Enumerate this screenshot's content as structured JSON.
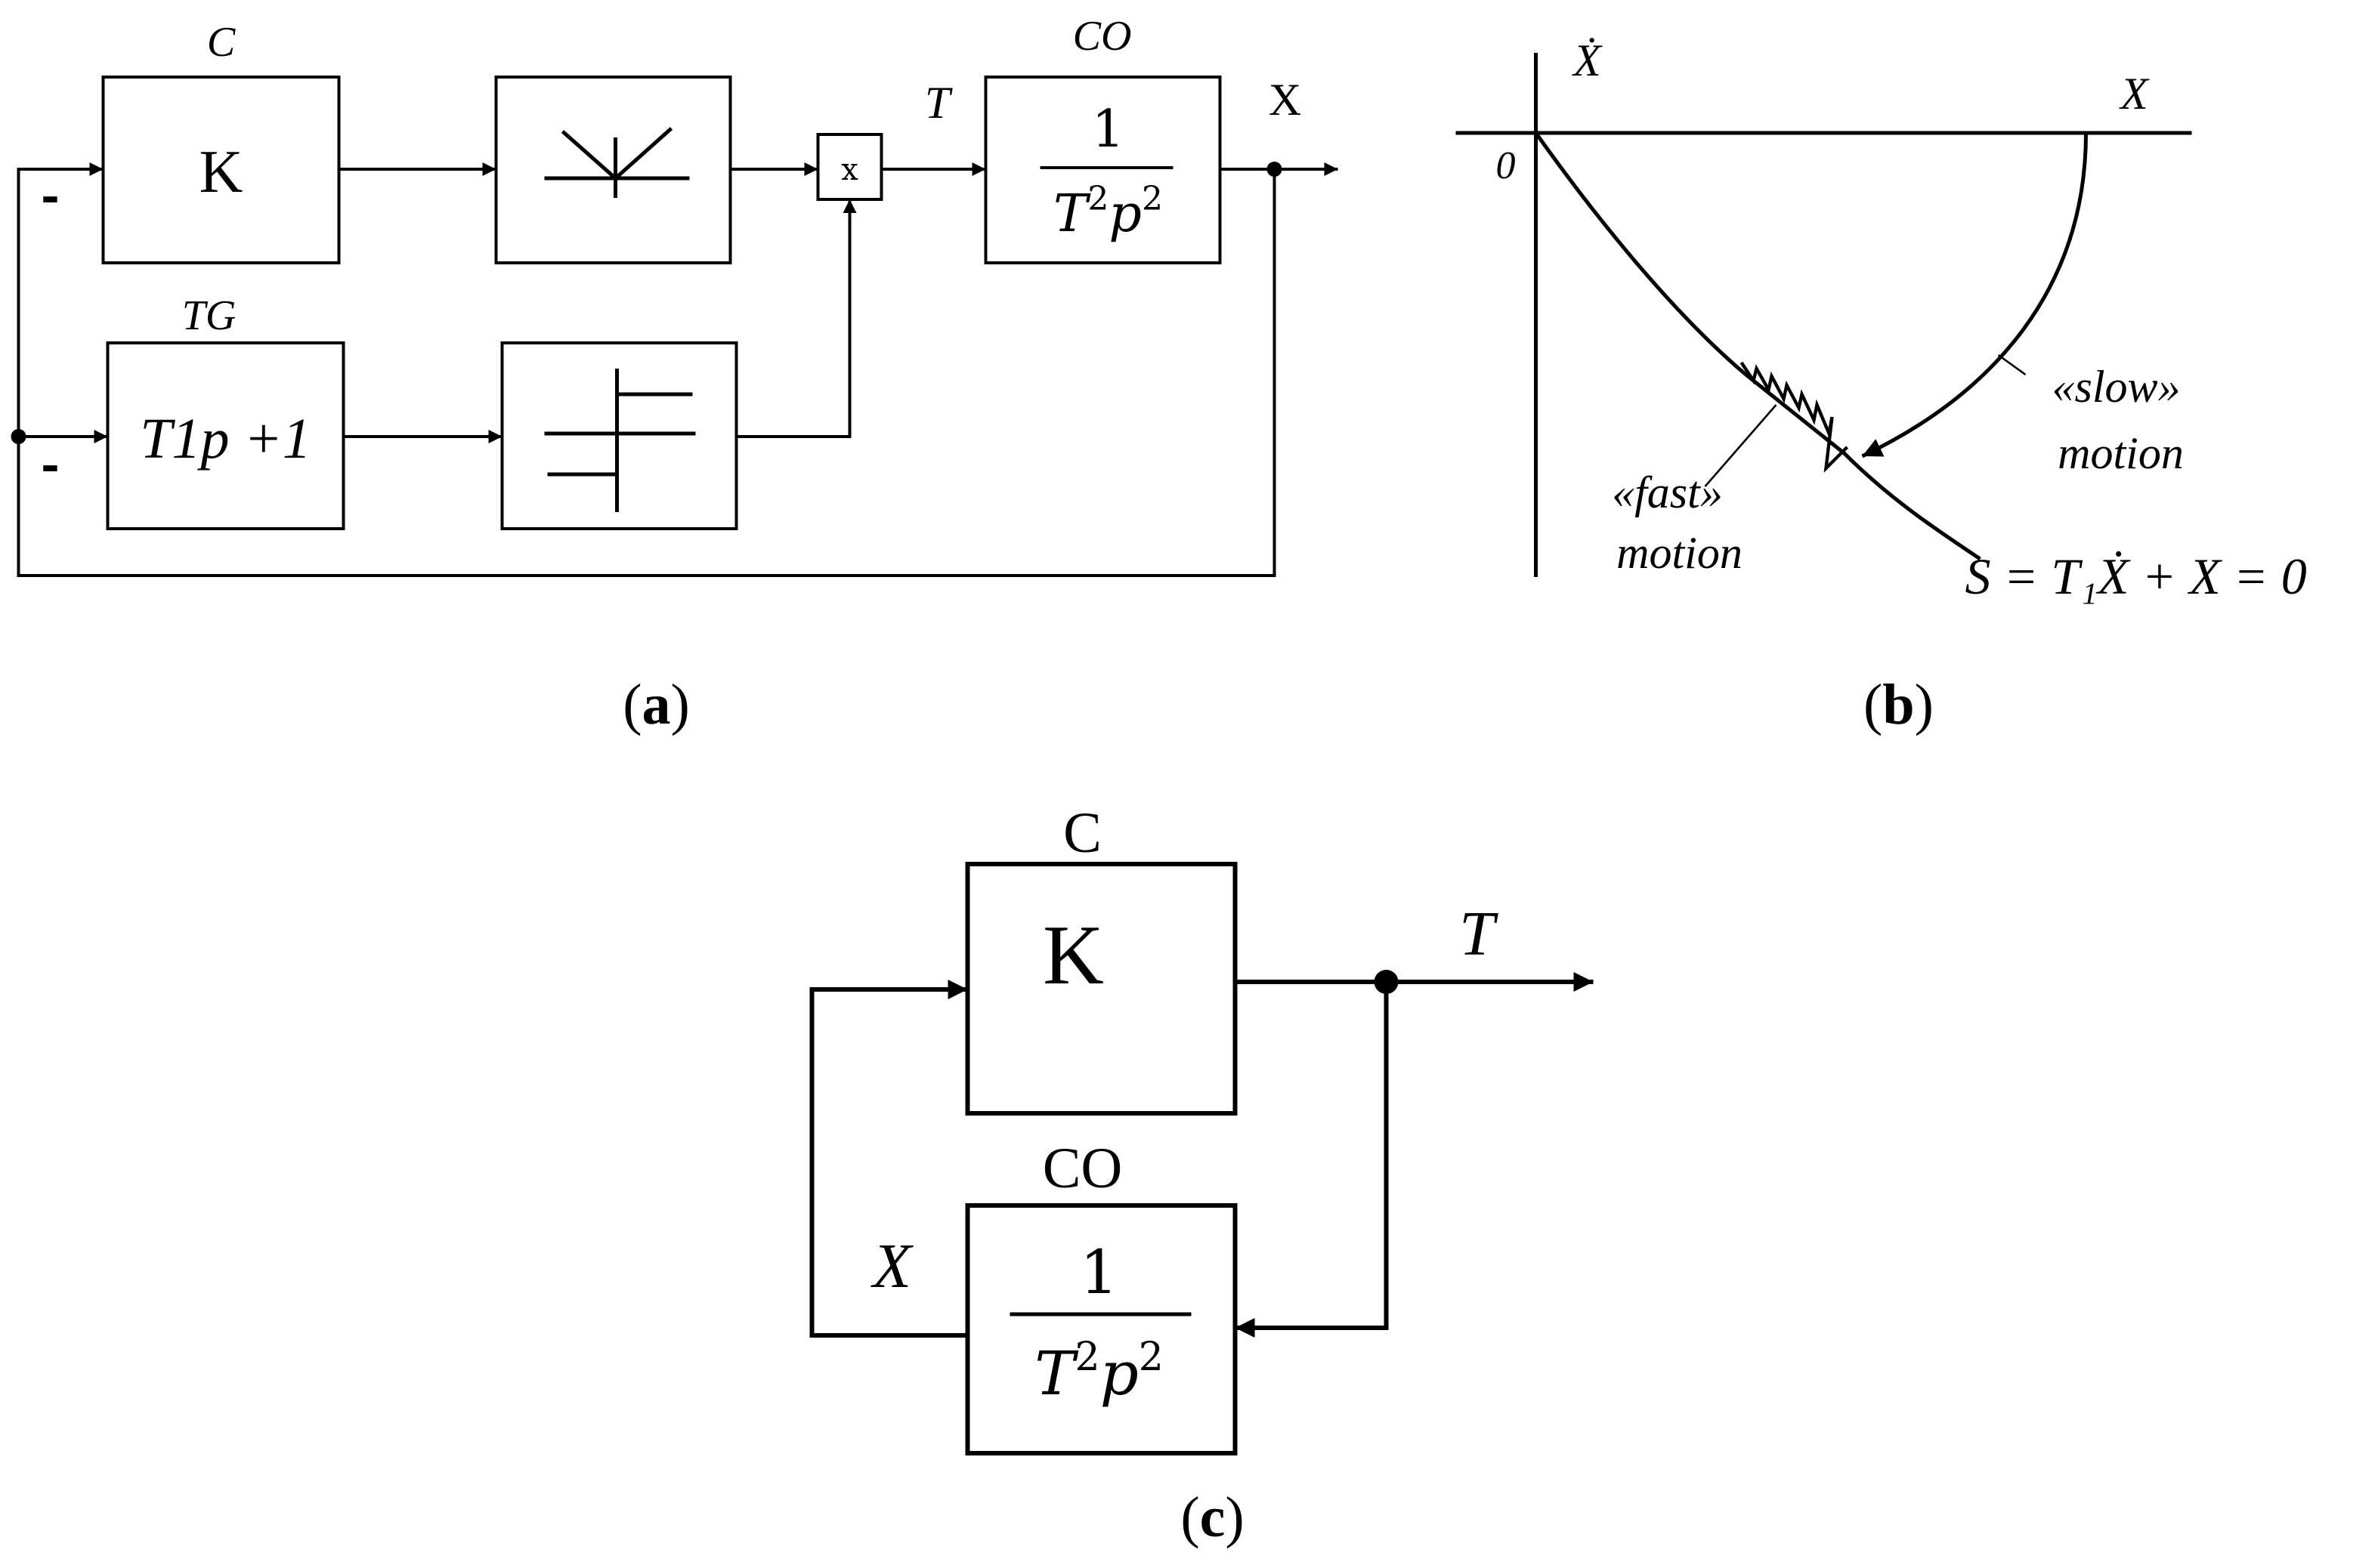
{
  "panel_a": {
    "caption_open": "(",
    "caption_letter": "a",
    "caption_close": ")",
    "block_c": {
      "label": "C",
      "content": "K"
    },
    "block_tg": {
      "label": "TG",
      "content": "T1p +1"
    },
    "multiplier": {
      "content": "x"
    },
    "block_co": {
      "label": "CO",
      "numerator": "1",
      "den_T": "T",
      "den_exp1": "2",
      "den_p": "p",
      "den_exp2": "2"
    },
    "signal_t": "T",
    "signal_x": "X",
    "sign_top": "-",
    "sign_bottom": "-"
  },
  "panel_b": {
    "caption_open": "(",
    "caption_letter": "b",
    "caption_close": ")",
    "axis_y_label": "Ẋ",
    "axis_x_label": "X",
    "origin_label": "0",
    "slow_line1": "«slow»",
    "slow_line2": "motion",
    "fast_line1": "«fast»",
    "fast_line2": "motion",
    "surface_label": "S = T₁Ẋ + X = 0"
  },
  "panel_c": {
    "caption_open": "(",
    "caption_letter": "c",
    "caption_close": ")",
    "block_c": {
      "label": "C",
      "content": "K"
    },
    "block_co": {
      "label": "CO",
      "numerator": "1",
      "den_T": "T",
      "den_exp1": "2",
      "den_p": "p",
      "den_exp2": "2"
    },
    "signal_t": "T",
    "signal_x": "X"
  }
}
